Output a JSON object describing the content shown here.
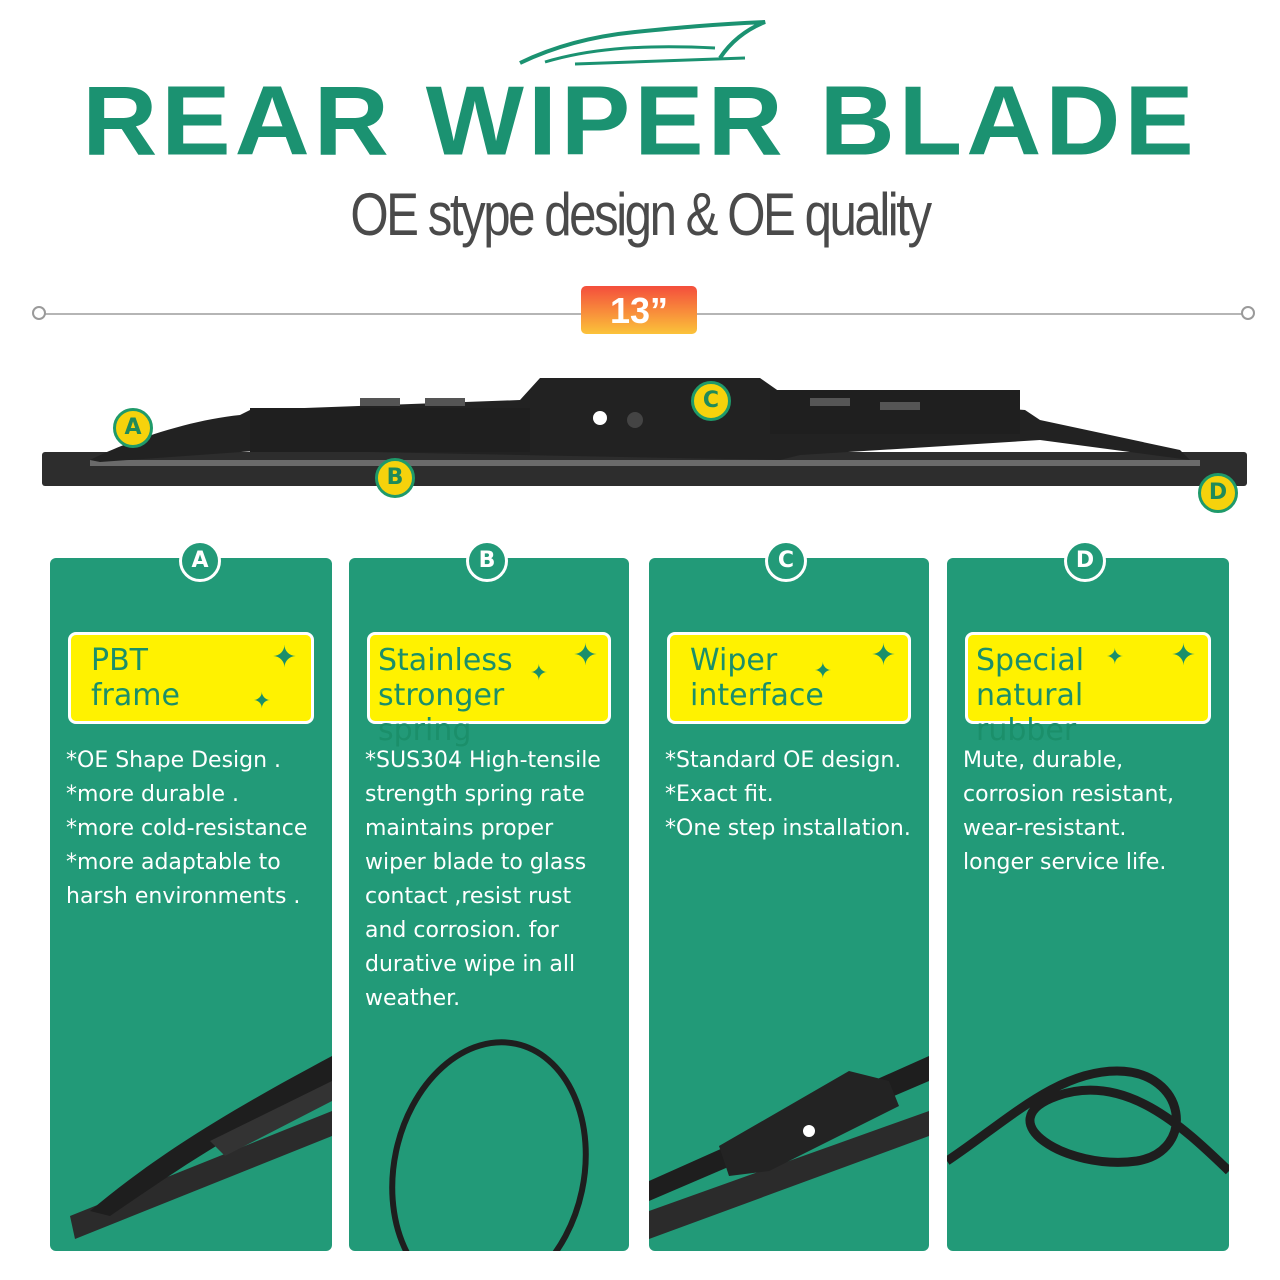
{
  "header": {
    "title": "REAR WIPER BLADE",
    "subtitle": "OE stype design & OE quality",
    "size": "13”"
  },
  "markers": [
    "A",
    "B",
    "C",
    "D"
  ],
  "cards": [
    {
      "letter": "A",
      "heading": [
        "PBT",
        "frame"
      ],
      "lines": [
        "*OE Shape Design .",
        "*more durable .",
        "*more cold-resistance",
        "*more adaptable to",
        "harsh environments ."
      ]
    },
    {
      "letter": "B",
      "heading": [
        "Stainless",
        "stronger spring"
      ],
      "lines": [
        "*SUS304 High-tensile",
        "strength spring rate",
        "maintains proper",
        "wiper blade to glass",
        "contact ,resist rust",
        "and corrosion. for",
        "durative wipe in all",
        "weather."
      ]
    },
    {
      "letter": "C",
      "heading": [
        "Wiper",
        "interface"
      ],
      "lines": [
        "*Standard OE design.",
        "*Exact fit.",
        "*One step installation."
      ]
    },
    {
      "letter": "D",
      "heading": [
        "Special",
        "natural rubber"
      ],
      "lines": [
        "Mute, durable,",
        "corrosion resistant,",
        "wear-resistant.",
        "longer service life."
      ]
    }
  ],
  "colors": {
    "green": "#229a78",
    "yellow": "#fff200",
    "title": "#1b9271"
  }
}
